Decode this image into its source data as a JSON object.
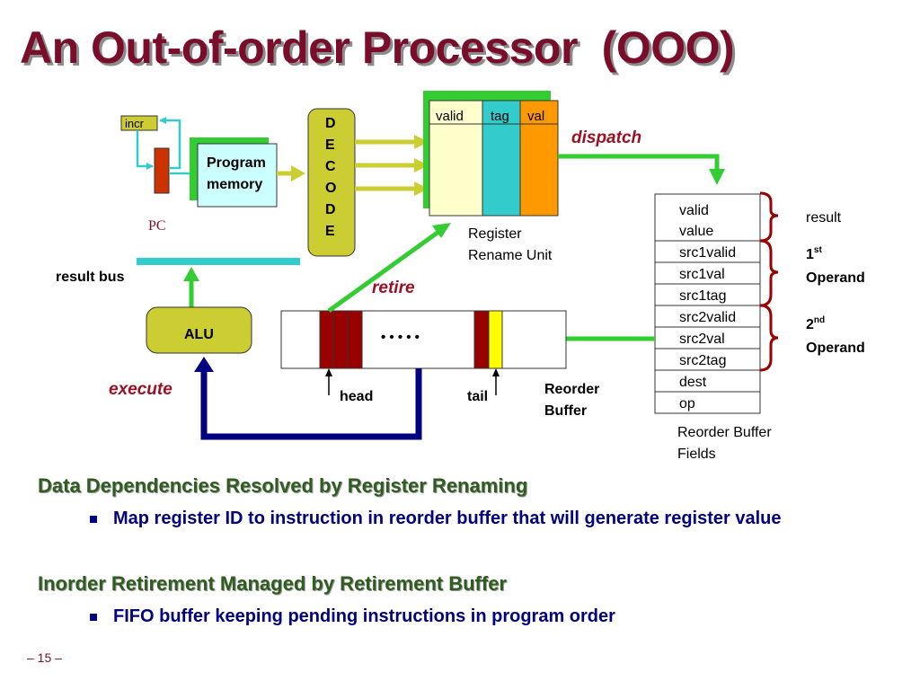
{
  "slide": {
    "title": "An Out-of-order Processor  (OOO)",
    "page_number": "– 15 –"
  },
  "diagram": {
    "incr": "incr",
    "pc": "PC",
    "program_memory": [
      "Program",
      "memory"
    ],
    "decode_letters": [
      "D",
      "E",
      "C",
      "O",
      "D",
      "E"
    ],
    "rename_columns": [
      "valid",
      "tag",
      "val"
    ],
    "dispatch": "dispatch",
    "register_rename_unit": [
      "Register",
      "Rename Unit"
    ],
    "result_bus": "result bus",
    "retire": "retire",
    "alu": "ALU",
    "execute": "execute",
    "rob_dots": "• • • • •",
    "head": "head",
    "tail": "tail",
    "reorder_buffer": [
      "Reorder",
      "Buffer"
    ],
    "rob_fields": [
      "valid",
      "value",
      "src1valid",
      "src1val",
      "src1tag",
      "src2valid",
      "src2val",
      "src2tag",
      "dest",
      "op"
    ],
    "rob_fields_caption": [
      "Reorder Buffer",
      "Fields"
    ],
    "result_group": "result",
    "operand1": {
      "num": "1",
      "sup": "st",
      "word": "Operand"
    },
    "operand2": {
      "num": "2",
      "sup": "nd",
      "word": "Operand"
    }
  },
  "bullets": [
    {
      "heading": "Data Dependencies Resolved by Register Renaming",
      "items": [
        "Map register ID to instruction in reorder buffer that will generate register value"
      ]
    },
    {
      "heading": "Inorder Retirement Managed by Retirement Buffer",
      "items": [
        "FIFO buffer keeping pending instructions in program order"
      ]
    }
  ],
  "colors": {
    "title": "#7a0e2a",
    "heading": "#2e5d1f",
    "bullet": "#000080",
    "green_arrow": "#33cc33",
    "yellow_arrow": "#cccc33",
    "cyan": "#33cccc",
    "navy": "#000080",
    "rob_red": "#990000",
    "rob_yellow": "#ffff00",
    "bracket": "#990000",
    "decode_fill": "#cccc33",
    "alu_fill": "#cccc33",
    "rename_valid": "#ffffcc",
    "rename_tag": "#33cccc",
    "rename_val": "#ff9900"
  }
}
